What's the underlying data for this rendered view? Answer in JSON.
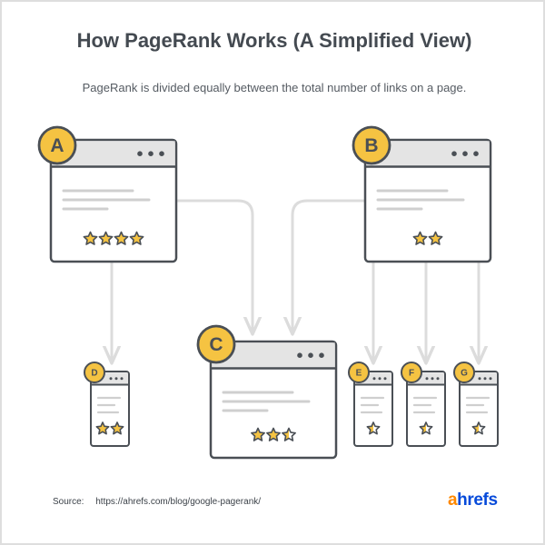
{
  "title": "How PageRank Works (A Simplified View)",
  "subtitle": "PageRank is divided equally between the total number of links on a page.",
  "nodes": [
    {
      "id": "A",
      "label": "A",
      "stars": 4
    },
    {
      "id": "B",
      "label": "B",
      "stars": 2
    },
    {
      "id": "C",
      "label": "C",
      "stars": 2.5
    },
    {
      "id": "D",
      "label": "D",
      "stars": 2
    },
    {
      "id": "E",
      "label": "E",
      "stars": 0.5
    },
    {
      "id": "F",
      "label": "F",
      "stars": 0.5
    },
    {
      "id": "G",
      "label": "G",
      "stars": 0.5
    }
  ],
  "edges": [
    {
      "from": "A",
      "to": "D"
    },
    {
      "from": "A",
      "to": "C"
    },
    {
      "from": "B",
      "to": "C"
    },
    {
      "from": "B",
      "to": "E"
    },
    {
      "from": "B",
      "to": "F"
    },
    {
      "from": "B",
      "to": "G"
    }
  ],
  "source": {
    "label": "Source:",
    "url": "https://ahrefs.com/blog/google-pagerank/"
  },
  "brand": {
    "first": "a",
    "rest": "hrefs"
  },
  "colors": {
    "badge": "#f5c342",
    "star": "#f5c342",
    "outline": "#4a4f55",
    "window_header": "#e4e4e4",
    "text_lines": "#cfcfcf",
    "connector": "#dcdcdc",
    "brand_a": "#ff8800",
    "brand_rest": "#054ada"
  }
}
